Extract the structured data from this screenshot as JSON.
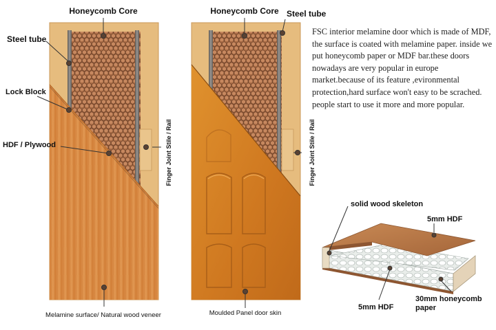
{
  "labels": {
    "honeycomb_core_left": "Honeycomb Core",
    "honeycomb_core_right": "Honeycomb Core",
    "steel_tube_left": "Steel tube",
    "steel_tube_right": "Steel tube",
    "lock_block": "Lock Block",
    "hdf_plywood": "HDF / Plywood",
    "finger_joint_left": "Finger Joint Stile / Rail",
    "finger_joint_right": "Finger Joint Stile / Rail",
    "melamine_surface": "Melamine surface/ Natural wood veneer",
    "moulded_panel": "Moulded Panel door skin",
    "solid_wood_skeleton": "solid wood skeleton",
    "hdf_top": "5mm HDF",
    "hdf_bottom": "5mm HDF",
    "honeycomb_paper_line1": "30mm honeycomb",
    "honeycomb_paper_line2": "paper"
  },
  "description": "FSC interior melamine door which is made of MDF, the surface is coated with melamine paper. inside we put honeycomb paper or MDF bar.these doors nowadays are very popular in europe market.because of its feature ,evironmental protection,hard surface won't easy to be scrached. people start to use it more and more popular.",
  "colors": {
    "wood_frame": "#E3B878",
    "veneer": "#D9873F",
    "moulded_skin": "#D07A20",
    "honeycomb": "#B0734E",
    "steel": "#7E7A76",
    "marker": "#5A4232"
  }
}
